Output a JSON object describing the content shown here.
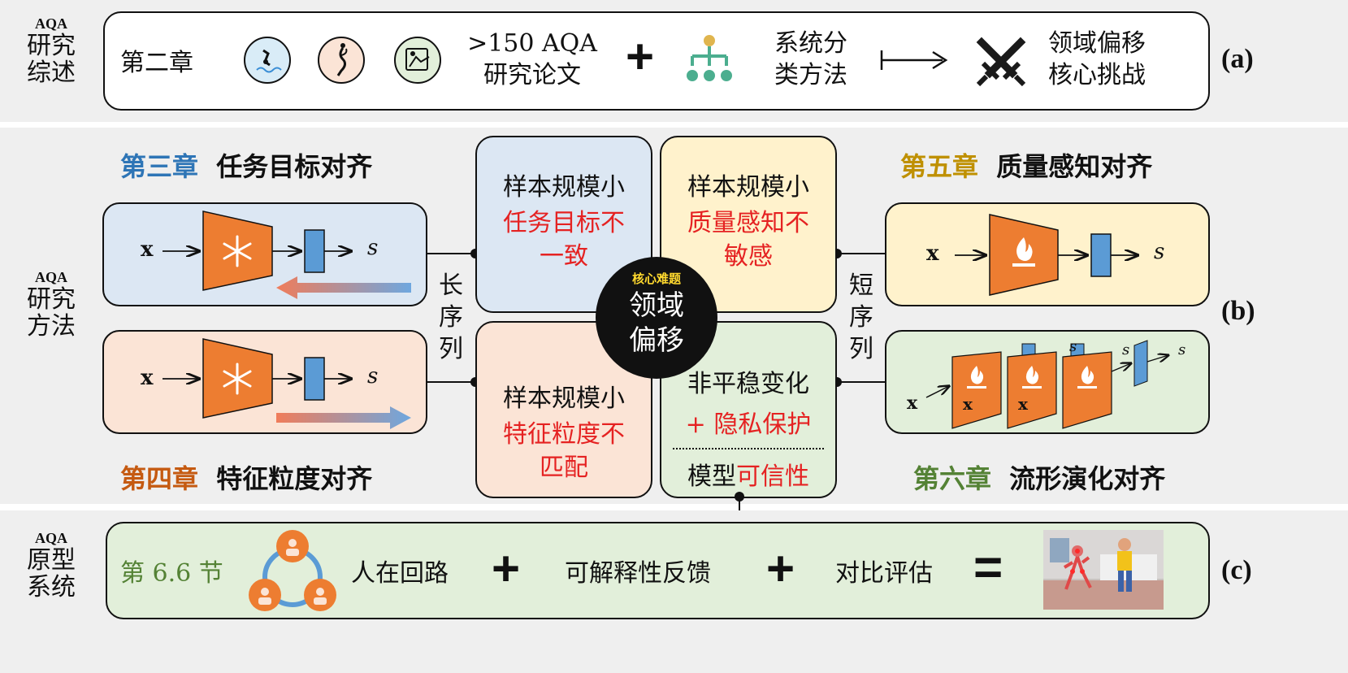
{
  "section_a": {
    "side_top": "AQA",
    "side_bottom": "研究\n综述",
    "tag": "(a)",
    "chapter": "第二章",
    "papers": ">150 AQA\n研究论文",
    "plus": "+",
    "taxonomy": "系统分\n类方法",
    "challenge": "领域偏移\n核心挑战"
  },
  "section_b": {
    "side_top": "AQA",
    "side_bottom": "研究\n方法",
    "tag": "(b)",
    "ch3_num": "第三章",
    "ch3_title": "任务目标对齐",
    "ch4_num": "第四章",
    "ch4_title": "特征粒度对齐",
    "ch5_num": "第五章",
    "ch5_title": "质量感知对齐",
    "ch6_num": "第六章",
    "ch6_title": "流形演化对齐",
    "long_seq": "长\n序\n列",
    "short_seq": "短\n序\n列",
    "core_small": "核心难题",
    "core_big": "领域\n偏移",
    "q1_top": "样本规模小",
    "q1_red": "任务目标不\n一致",
    "q2_top": "样本规模小",
    "q2_red": "质量感知不\n敏感",
    "q3_top": "样本规模小",
    "q3_red": "特征粒度不\n匹配",
    "q4_top": "非平稳变化",
    "q4_red": "+ 隐私保护",
    "q4_bottom_black": "模型",
    "q4_bottom_red": "可信性",
    "x_label": "x",
    "s_label": "s"
  },
  "section_c": {
    "side_top": "AQA",
    "side_bottom": "原型\n系统",
    "tag": "(c)",
    "section": "第 6.6 节",
    "item1": "人在回路",
    "item2": "可解释性反馈",
    "item3": "对比评估",
    "plus": "+",
    "equals": "="
  },
  "colors": {
    "blue_panel": "#dce7f3",
    "peach_panel": "#fbe4d6",
    "yellow_panel": "#fff2cc",
    "green_panel": "#e2efda",
    "orange": "#ed7d31",
    "blue_block": "#5b9bd5",
    "ch3": "#2e75b6",
    "ch4": "#c55a11",
    "ch5": "#bf9000",
    "ch6": "#548235",
    "red": "#e52222"
  }
}
